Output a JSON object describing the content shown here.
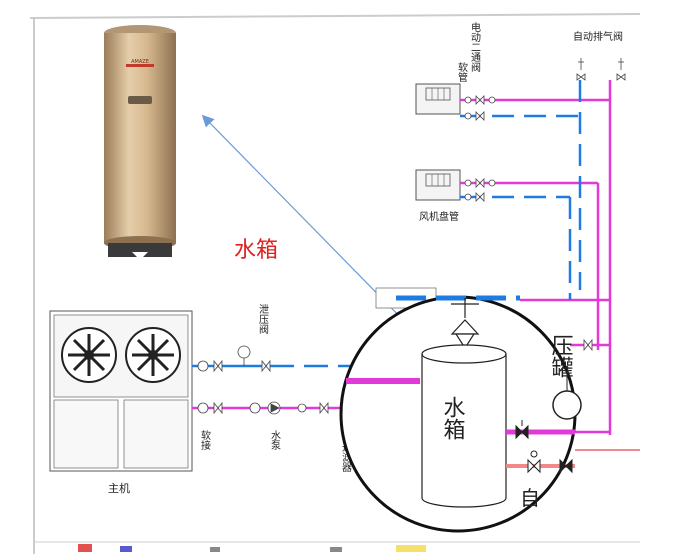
{
  "labels": {
    "water_tank_callout": "水箱",
    "tank_in_circle": "水箱",
    "electric_two_way_valve": "电动二通阀",
    "soft_pipe_top": "软管",
    "auto_vent_valve": "自动排气阀",
    "fan_coil": "风机盘管",
    "pressure_relief_valve": "泄压阀",
    "soft_joint": "软接",
    "water_pump": "水泵",
    "filter": "过滤器",
    "main_unit": "主机",
    "pressure_tank_partial": "压罐",
    "auto_partial": "自"
  },
  "tank_product": {
    "brand_text": "AMAZE"
  },
  "colors": {
    "supply_blue": "#1e7be0",
    "return_magenta": "#e23ad8",
    "callout_red": "#e02020",
    "arrow_blue": "#6b9ad6",
    "drain_pink": "#f08a8a",
    "tank_gold": "#c8a97f"
  }
}
